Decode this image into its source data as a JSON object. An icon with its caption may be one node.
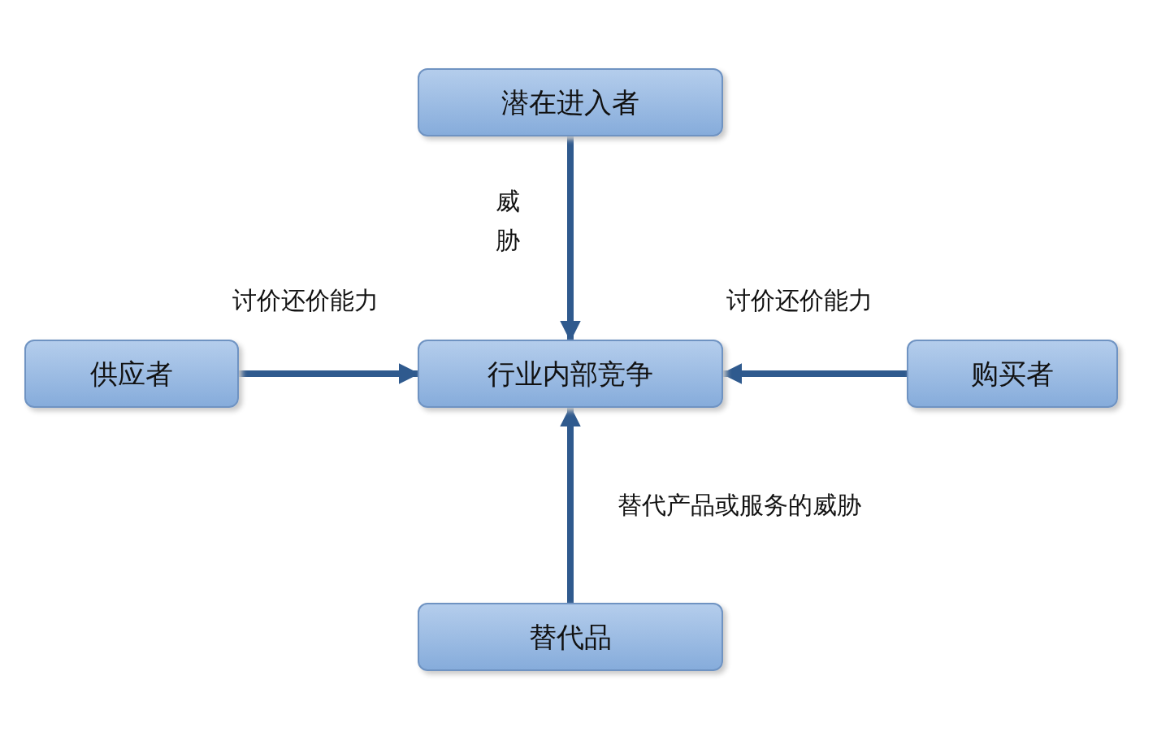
{
  "diagram": {
    "nodes": [
      {
        "text": [
          "潜在进入者"
        ]
      },
      {
        "text": [
          "供应者"
        ]
      },
      {
        "text": [
          "行业内部竞争"
        ]
      },
      {
        "text": [
          "购买者"
        ]
      },
      {
        "text": [
          "替代品"
        ]
      }
    ],
    "edges": [
      {
        "from": 0,
        "to": 2,
        "arrow": "to",
        "label": "威胁"
      },
      {
        "from": 1,
        "to": 2,
        "arrow": "to",
        "label": "讨价还价能力"
      },
      {
        "from": 3,
        "to": 2,
        "arrow": "to",
        "label": "讨价还价能力"
      },
      {
        "from": 4,
        "to": 2,
        "arrow": "to",
        "label": "替代产品或服务的威胁"
      }
    ]
  }
}
